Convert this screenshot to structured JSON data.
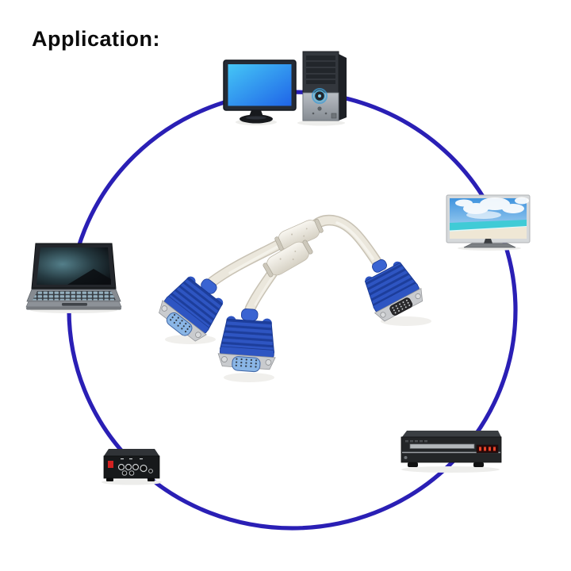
{
  "title": "Application:",
  "colors": {
    "background": "#ffffff",
    "circle_line": "#2a1fb5",
    "monitor_screen_top": "#45c6f6",
    "monitor_screen_bottom": "#1f64e8",
    "vga_connector_blue": "#2e55c2",
    "vga_connector_rib": "#1d3e9c",
    "cable_cream": "#ebe7dc",
    "tv_sea": "#40cbd6",
    "tv_sand": "#efe7d5",
    "dvd_display_red": "#e8442a"
  },
  "devices": [
    {
      "name": "desktop-computer",
      "position": "top"
    },
    {
      "name": "flat-screen-tv",
      "position": "right"
    },
    {
      "name": "laptop",
      "position": "left"
    },
    {
      "name": "converter-box",
      "position": "bottom-left"
    },
    {
      "name": "dvd-player",
      "position": "bottom-right"
    },
    {
      "name": "vga-splitter-y-cable",
      "position": "center"
    }
  ]
}
